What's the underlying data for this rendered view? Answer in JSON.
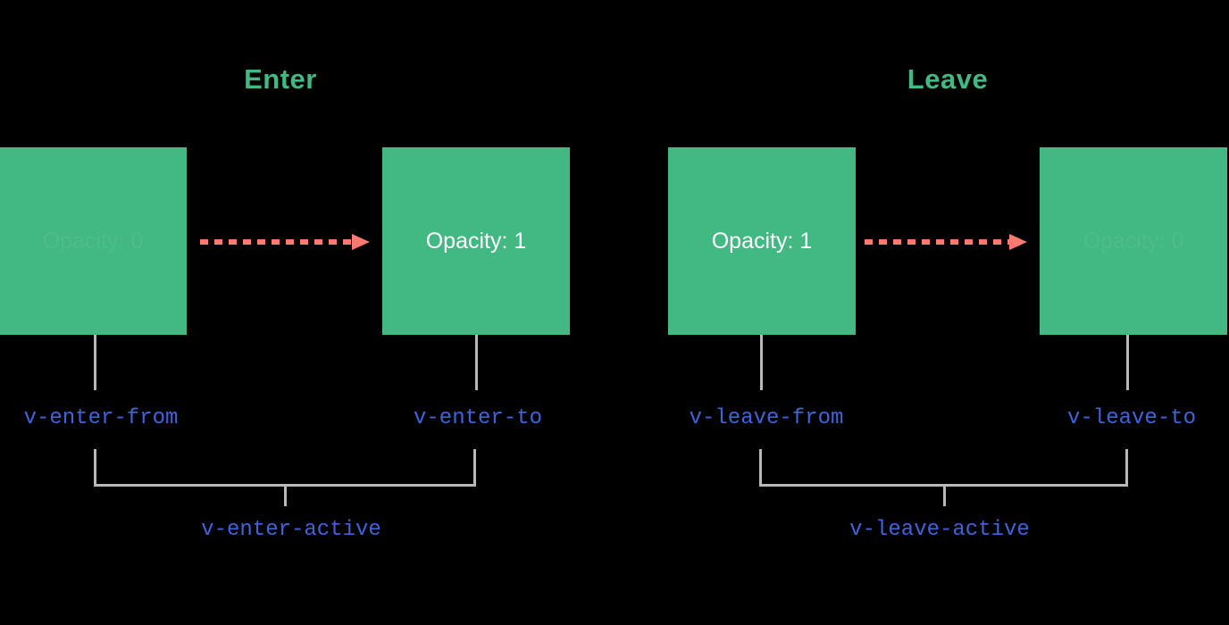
{
  "diagram": {
    "background_color": "#000000",
    "box_color": "#42b883",
    "arrow_color": "#ff7a6e",
    "label_color": "#3e63dd",
    "connector_color": "#b8b8b8",
    "title_color": "#42b883"
  },
  "sections": {
    "enter": {
      "title": "Enter",
      "from": {
        "box_text": "Opacity: 0",
        "hook": "v-enter-from"
      },
      "to": {
        "box_text": "Opacity: 1",
        "hook": "v-enter-to"
      },
      "active_hook": "v-enter-active"
    },
    "leave": {
      "title": "Leave",
      "from": {
        "box_text": "Opacity: 1",
        "hook": "v-leave-from"
      },
      "to": {
        "box_text": "Opacity: 0",
        "hook": "v-leave-to"
      },
      "active_hook": "v-leave-active"
    }
  }
}
